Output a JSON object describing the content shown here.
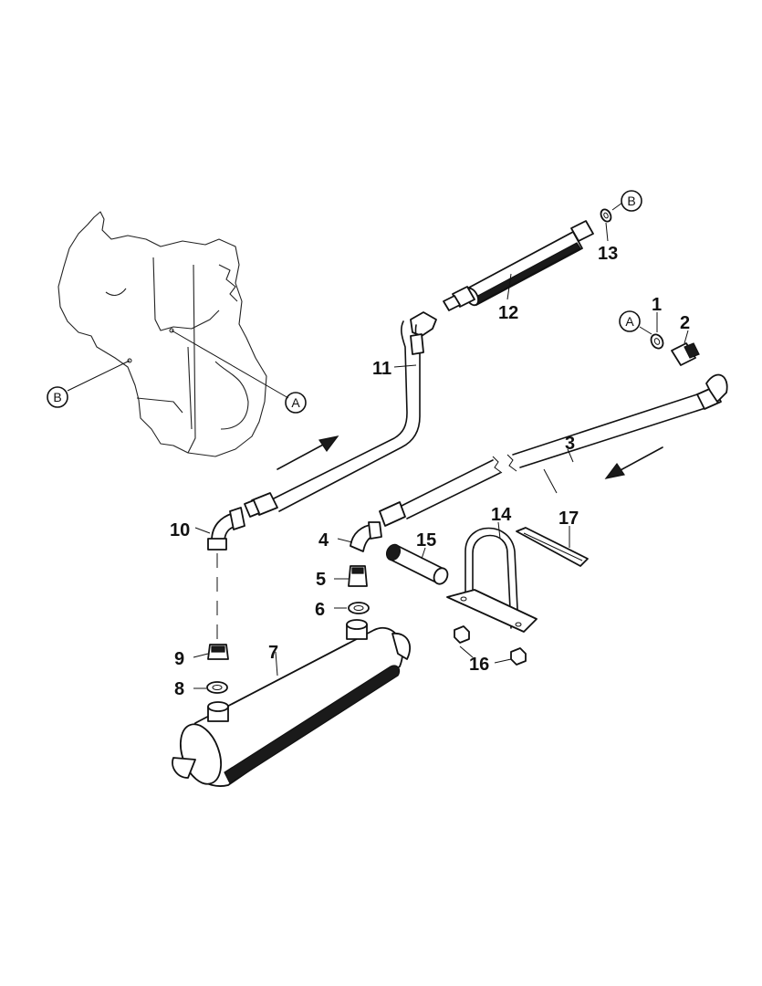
{
  "labels": {
    "p1": "1",
    "p2": "2",
    "p3": "3",
    "p4": "4",
    "p5": "5",
    "p6": "6",
    "p7": "7",
    "p8": "8",
    "p9": "9",
    "p10": "10",
    "p11": "11",
    "p12": "12",
    "p13": "13",
    "p14": "14",
    "p15": "15",
    "p16": "16",
    "p17": "17"
  },
  "callouts": {
    "a_engine": "A",
    "b_engine": "B",
    "a_line": "A",
    "b_line": "B"
  },
  "colors": {
    "ink": "#111111",
    "paper": "#ffffff"
  }
}
